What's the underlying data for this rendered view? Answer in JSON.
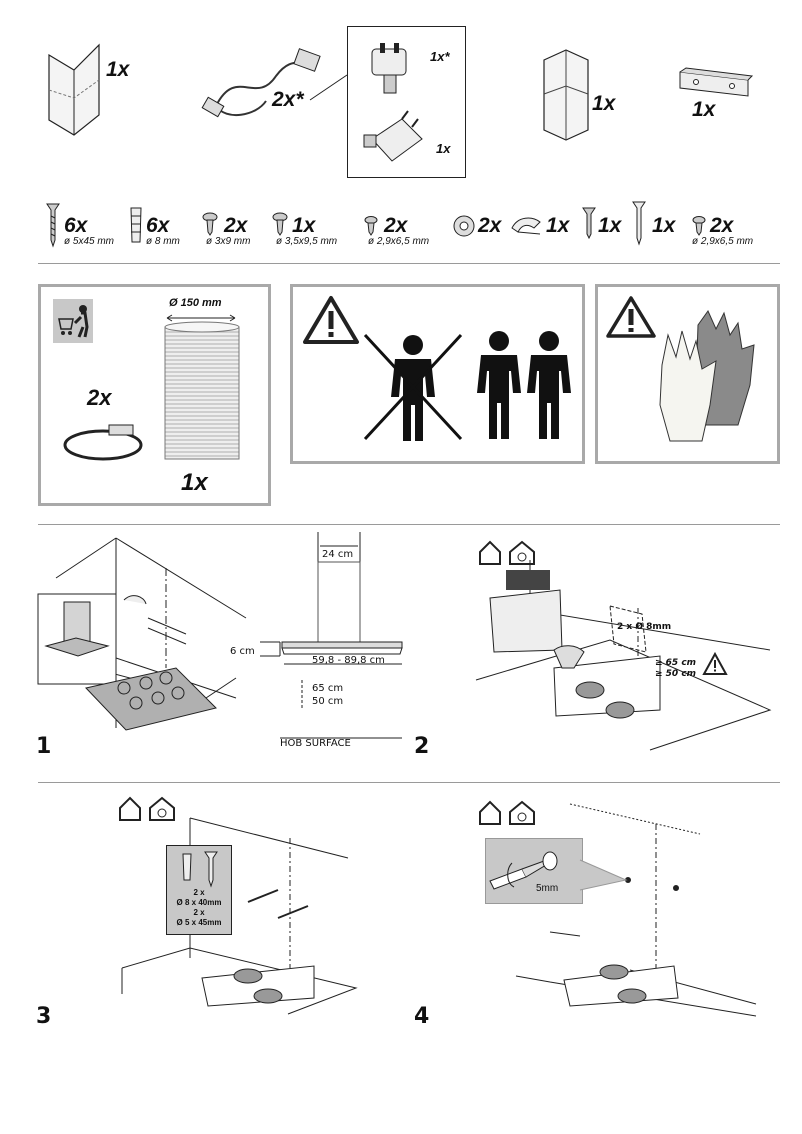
{
  "parts_row1": {
    "chimney_corner_qty": "1x",
    "power_cord_qty": "2x*",
    "plug_uk_qty": "1x*",
    "plug_eu_qty": "1x",
    "chimney_qty": "1x",
    "bracket_qty": "1x"
  },
  "parts_row2": [
    {
      "qty": "6x",
      "size": "ø 5x45 mm"
    },
    {
      "qty": "6x",
      "size": "ø 8 mm"
    },
    {
      "qty": "2x",
      "size": "ø 3x9 mm"
    },
    {
      "qty": "1x",
      "size": "ø 3,5x9,5 mm"
    },
    {
      "qty": "2x",
      "size": "ø 2,9x6,5 mm"
    },
    {
      "qty": "2x",
      "size": ""
    },
    {
      "qty": "1x",
      "size": ""
    },
    {
      "qty": "1x",
      "size": ""
    },
    {
      "qty": "1x",
      "size": ""
    },
    {
      "qty": "2x",
      "size": "ø 2,9x6,5 mm"
    }
  ],
  "duct_panel": {
    "diameter": "Ø 150 mm",
    "clamp_qty": "2x",
    "duct_qty": "1x"
  },
  "step1": {
    "number": "1",
    "width_24": "24 cm",
    "height_6": "6 cm",
    "width_range": "59,8 - 89,8 cm",
    "clearance_65": "65 cm",
    "clearance_50": "50 cm",
    "hob_surface": "HOB SURFACE"
  },
  "step2": {
    "number": "2",
    "holes": "2 x Ø 8mm",
    "min_65": "≥ 65 cm",
    "min_50": "≥ 50 cm"
  },
  "step3": {
    "number": "3",
    "line1": "2 x",
    "line2": "Ø 8 x 40mm",
    "line3": "2 x",
    "line4": "Ø 5 x 45mm"
  },
  "step4": {
    "number": "4",
    "gap": "5mm"
  },
  "colors": {
    "panel_border": "#a9a9a9",
    "rule": "#9a9a9a",
    "gray_fill": "#c8c8c8",
    "warning_yellow": "#ffffff"
  }
}
